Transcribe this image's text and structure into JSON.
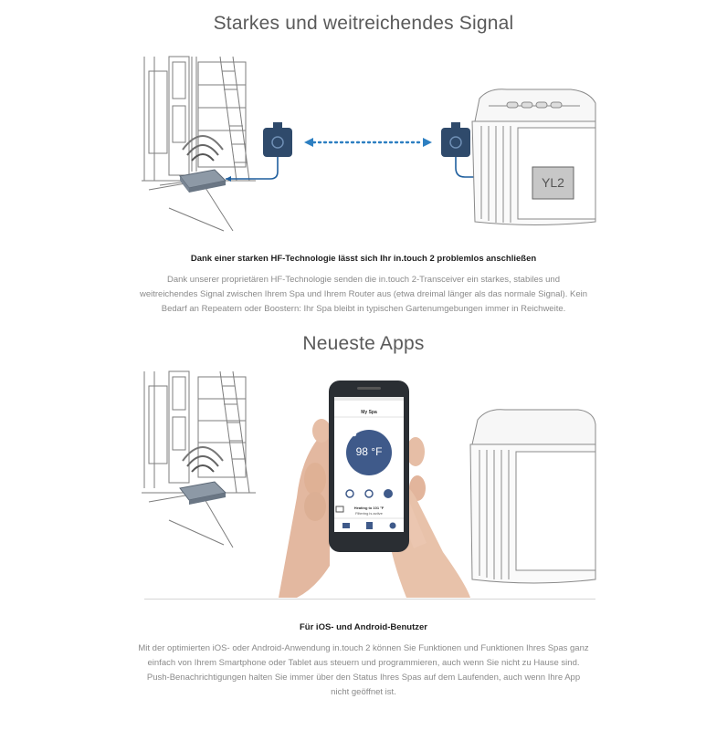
{
  "section1": {
    "title": "Starkes und weitreichendes Signal",
    "subtitle": "Dank einer starken HF-Technologie lässt sich Ihr in.touch 2 problemlos anschließen",
    "paragraph": "Dank unserer proprietären HF-Technologie senden die in.touch 2-Transceiver ein starkes, stabiles und weitreichendes Signal zwischen Ihrem Spa und Ihrem Router aus (etwa dreimal länger als das normale Signal). Kein Bedarf an Repeatern oder Boostern: Ihr Spa bleibt in typischen Gartenumgebungen immer in Reichweite."
  },
  "section2": {
    "title": "Neueste Apps",
    "subtitle": "Für iOS- und Android-Benutzer",
    "paragraph": "Mit der optimierten iOS- oder Android-Anwendung in.touch 2 können Sie Funktionen und Funktionen Ihres Spas ganz einfach von Ihrem Smartphone oder Tablet aus steuern und programmieren, auch wenn Sie nicht zu Hause sind. Push-Benachrichtigungen halten Sie immer über den Status Ihres Spas auf dem Laufenden, auch wenn Ihre App nicht geöffnet ist."
  },
  "phone_app": {
    "header": "My Spa",
    "temperature": "98 °F",
    "status_line1": "Heating to 101 °F",
    "status_line2": "Filtering is active"
  },
  "colors": {
    "device_blue": "#2f4a6b",
    "accent_blue": "#2d7fc1",
    "app_circle": "#3f5a8a"
  }
}
